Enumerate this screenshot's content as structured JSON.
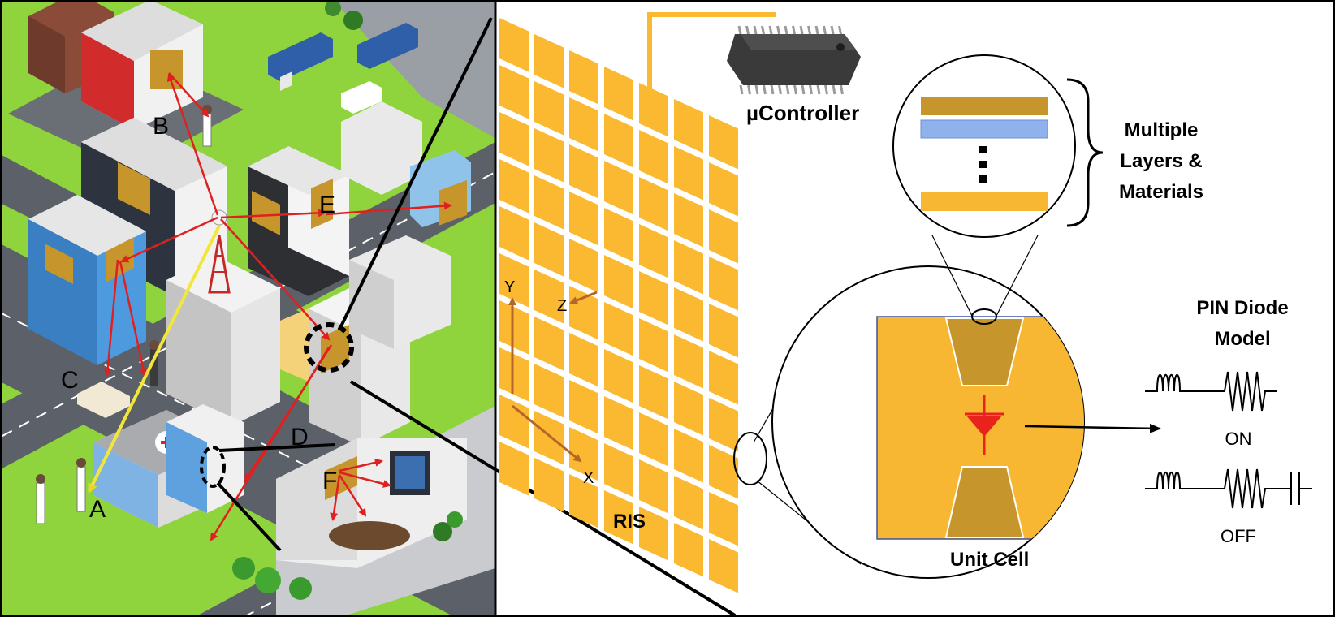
{
  "scene": {
    "letters": [
      "A",
      "B",
      "C",
      "D",
      "E",
      "F"
    ]
  },
  "labels": {
    "controller": "µController",
    "ris": "RIS",
    "axis_x": "X",
    "axis_y": "Y",
    "axis_z": "Z",
    "layers_line1": "Multiple",
    "layers_line2": "Layers &",
    "layers_line3": "Materials",
    "unit_cell": "Unit Cell",
    "pin_line1": "PIN Diode",
    "pin_line2": "Model",
    "state_on": "ON",
    "state_off": "OFF"
  },
  "colors": {
    "grass": "#8fd43c",
    "road": "#5c6068",
    "ris_tile": "#fbb831",
    "panel_gold": "#c6952c",
    "unit_cell_bg": "#f7b733",
    "layer_blue": "#8fb1ec",
    "diode_red": "#e8231c",
    "signal_red": "#e02020",
    "signal_yellow": "#f3e63b",
    "axis_brown": "#b4662a"
  }
}
